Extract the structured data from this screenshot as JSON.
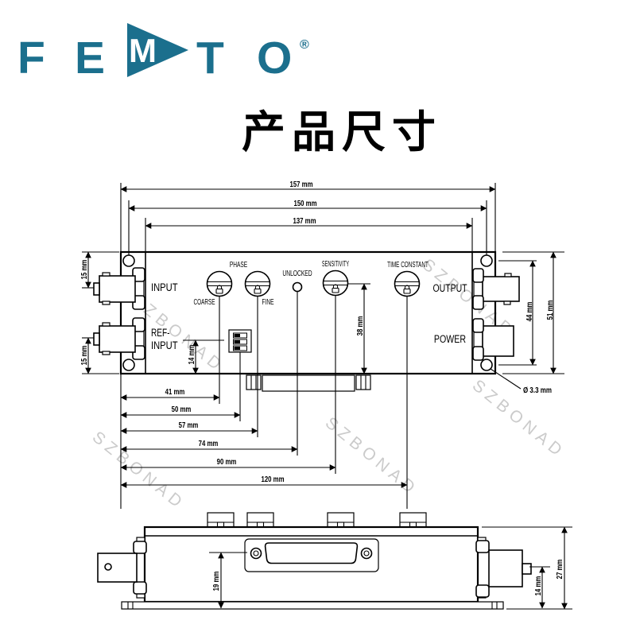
{
  "colors": {
    "brand": "#1B6F8D",
    "line": "#000000",
    "watermark": "#CBCBCB"
  },
  "logo": {
    "f": "F",
    "e": "E",
    "m": "M",
    "t": "T",
    "o": "O",
    "registered": "®"
  },
  "title": "产品尺寸",
  "watermark": "SZBONAD",
  "front": {
    "top_dims": {
      "outer": "157 mm",
      "holes": "150 mm",
      "inner": "137 mm"
    },
    "left_dims": {
      "input": "15 mm",
      "ref": "15 mm"
    },
    "right_dims": {
      "holes": "44 mm",
      "height": "51 mm",
      "hole_dia": "Ø 3.3 mm"
    },
    "mid_dims": {
      "ref_bottom": "14 mm",
      "sens_bottom": "38 mm"
    },
    "bottom_dims": {
      "coarse": "41 mm",
      "dip": "50 mm",
      "fine": "57 mm",
      "unlocked": "74 mm",
      "sensitivity": "90 mm",
      "time_constant": "120 mm"
    },
    "labels": {
      "input": "INPUT",
      "ref1": "REF-",
      "ref2": "INPUT",
      "phase": "PHASE",
      "coarse": "COARSE",
      "fine": "FINE",
      "unlocked": "UNLOCKED",
      "sensitivity": "SENSITIVITY",
      "time_constant": "TIME CONSTANT",
      "output": "OUTPUT",
      "power": "POWER"
    }
  },
  "side": {
    "dims": {
      "dsub": "19 mm",
      "connector": "14 mm",
      "height": "27 mm"
    }
  }
}
